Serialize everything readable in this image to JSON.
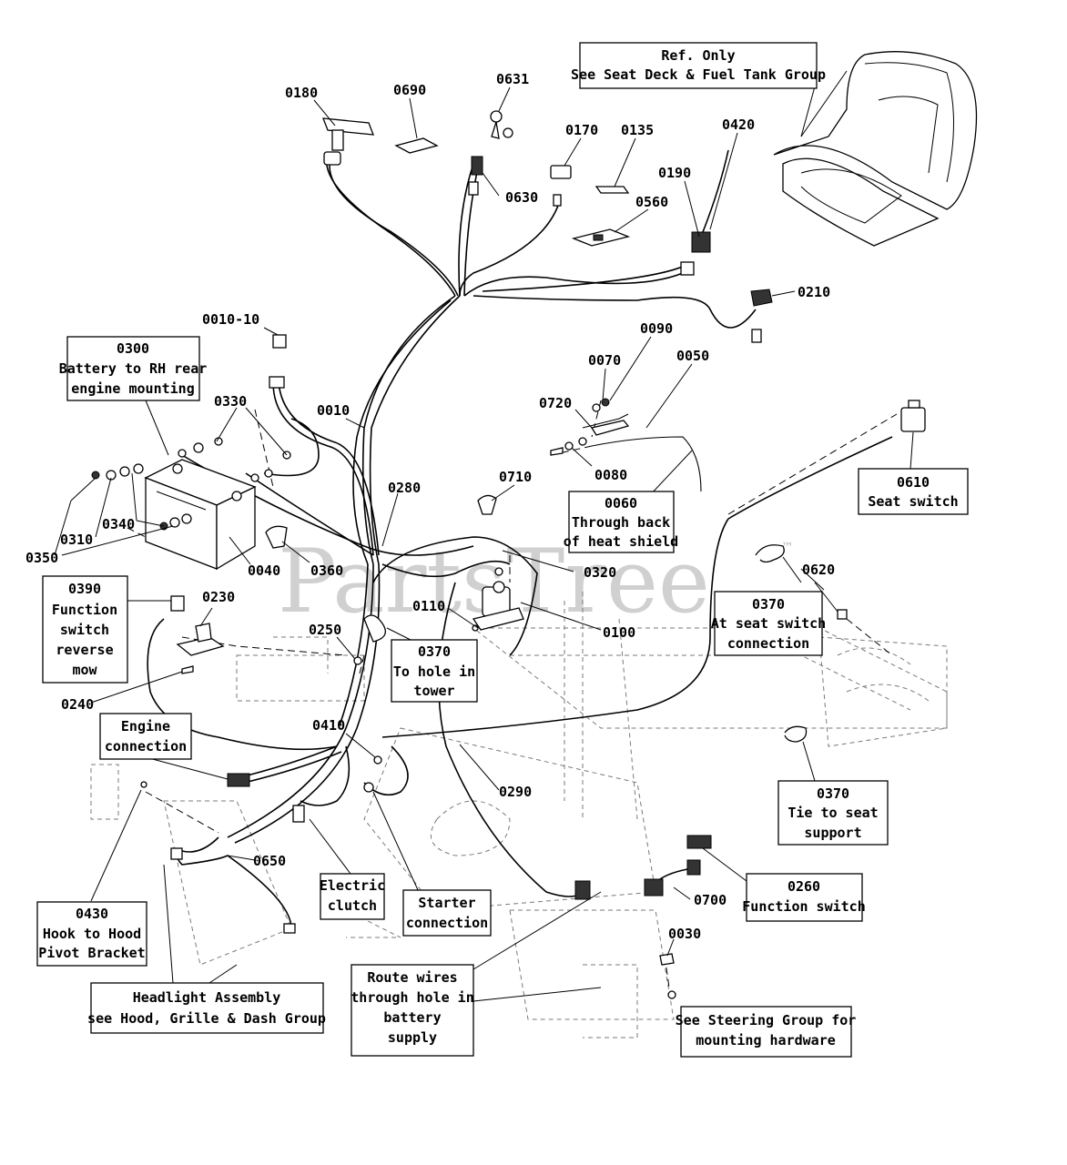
{
  "watermark": "PartsTree",
  "watermark_tm": "™",
  "part_numbers": {
    "p0180": "0180",
    "p0690": "0690",
    "p0631": "0631",
    "p0630": "0630",
    "p0170": "0170",
    "p0135": "0135",
    "p0420": "0420",
    "p0190": "0190",
    "p0560": "0560",
    "p0210": "0210",
    "p0010_10": "0010-10",
    "p0090": "0090",
    "p0070": "0070",
    "p0050": "0050",
    "p0720": "0720",
    "p0080": "0080",
    "p0330": "0330",
    "p0010": "0010",
    "p0710": "0710",
    "p0280": "0280",
    "p0340": "0340",
    "p0310": "0310",
    "p0350": "0350",
    "p0040": "0040",
    "p0360": "0360",
    "p0320": "0320",
    "p0620": "0620",
    "p0230": "0230",
    "p0110": "0110",
    "p0100": "0100",
    "p0250": "0250",
    "p0240": "0240",
    "p0410": "0410",
    "p0290": "0290",
    "p0650": "0650",
    "p0700": "0700",
    "p0030": "0030"
  },
  "callouts": {
    "ref_only": [
      "Ref. Only",
      "See Seat Deck & Fuel Tank Group"
    ],
    "battery_mount": [
      "0300",
      "Battery to RH rear",
      "engine mounting"
    ],
    "seat_switch": [
      "0610",
      "Seat switch"
    ],
    "heat_shield": [
      "0060",
      "Through back",
      "of heat shield"
    ],
    "function_reverse": [
      "0390",
      "Function",
      "switch",
      "reverse",
      "mow"
    ],
    "at_seat_switch": [
      "0370",
      "At seat switch",
      "connection"
    ],
    "hole_in_tower": [
      "0370",
      "To hole in",
      "tower"
    ],
    "engine_connection": [
      "Engine",
      "connection"
    ],
    "tie_to_seat": [
      "0370",
      "Tie to seat",
      "support"
    ],
    "function_switch": [
      "0260",
      "Function switch"
    ],
    "hook_to_hood": [
      "0430",
      "Hook to Hood",
      "Pivot Bracket"
    ],
    "electric_clutch": [
      "Electric",
      "clutch"
    ],
    "starter_connection": [
      "Starter",
      "connection"
    ],
    "headlight": [
      "Headlight Assembly",
      "see Hood, Grille & Dash Group"
    ],
    "route_wires": [
      "Route wires",
      "through hole in",
      "battery",
      "supply"
    ],
    "steering_group": [
      "See Steering Group for",
      "mounting hardware"
    ]
  }
}
